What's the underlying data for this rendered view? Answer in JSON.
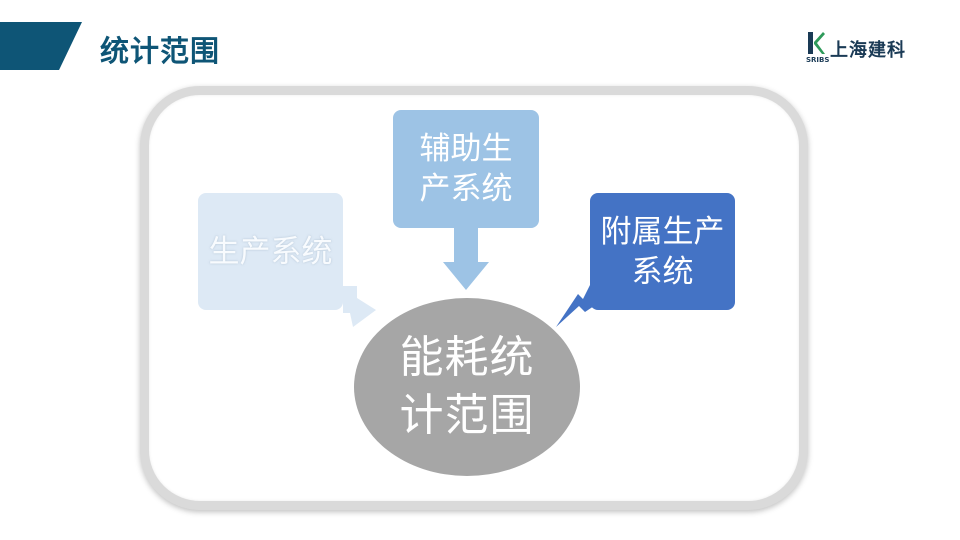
{
  "header": {
    "title": "统计范围",
    "accent_color": "#0e5576"
  },
  "logo": {
    "text": "上海建科",
    "sub": "SRIBS"
  },
  "diagram": {
    "center_lines": [
      "能耗统",
      "计范围"
    ],
    "boxes": {
      "left_lines": [
        "生产系统"
      ],
      "top_lines": [
        "辅助生",
        "产系统"
      ],
      "right_lines": [
        "附属生产",
        "系统"
      ]
    },
    "colors": {
      "left_box": "#dde9f5",
      "top_box": "#9dc3e5",
      "right_box": "#4473c5",
      "center": "#a6a6a6",
      "frame": "#dadada"
    }
  }
}
